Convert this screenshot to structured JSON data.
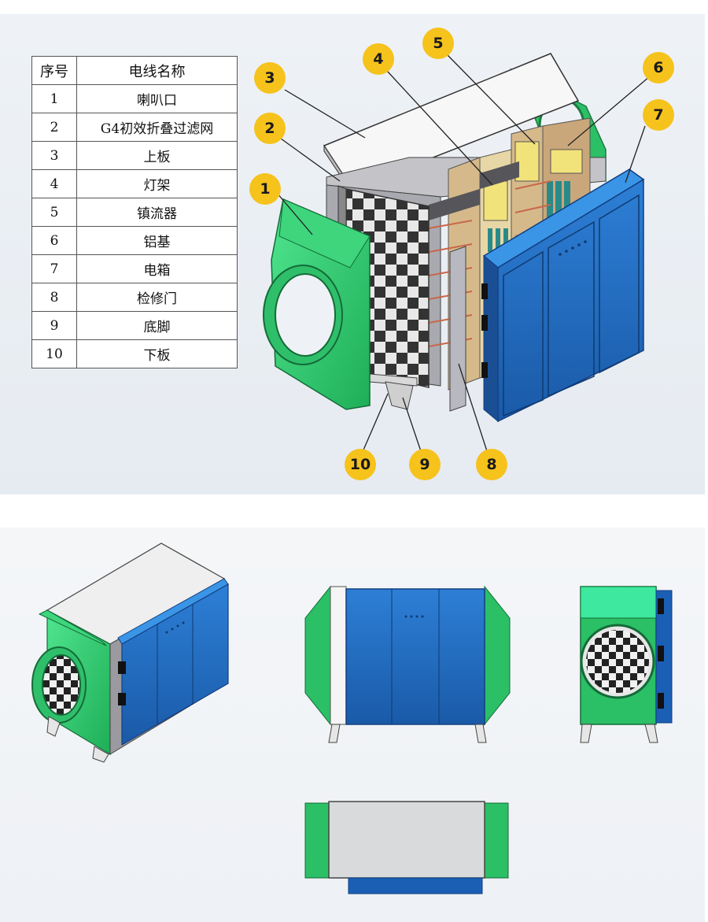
{
  "table": {
    "headers": [
      "序号",
      "电线名称"
    ],
    "rows": [
      {
        "no": "1",
        "name": "喇叭口"
      },
      {
        "no": "2",
        "name": "G4初效折叠过滤网"
      },
      {
        "no": "3",
        "name": "上板"
      },
      {
        "no": "4",
        "name": "灯架"
      },
      {
        "no": "5",
        "name": "镇流器"
      },
      {
        "no": "6",
        "name": "铝基"
      },
      {
        "no": "7",
        "name": "电箱"
      },
      {
        "no": "8",
        "name": "检修门"
      },
      {
        "no": "9",
        "name": "底脚"
      },
      {
        "no": "10",
        "name": "下板"
      }
    ]
  },
  "callouts": [
    "1",
    "2",
    "3",
    "4",
    "5",
    "6",
    "7",
    "8",
    "9",
    "10"
  ],
  "colors": {
    "green": "#2ec46a",
    "light_green": "#5ee89a",
    "blue": "#1a5fb4",
    "light_blue": "#3a8fe0",
    "callout_yellow": "#f6c21c",
    "top_panel_grey": "#d9dadc"
  }
}
